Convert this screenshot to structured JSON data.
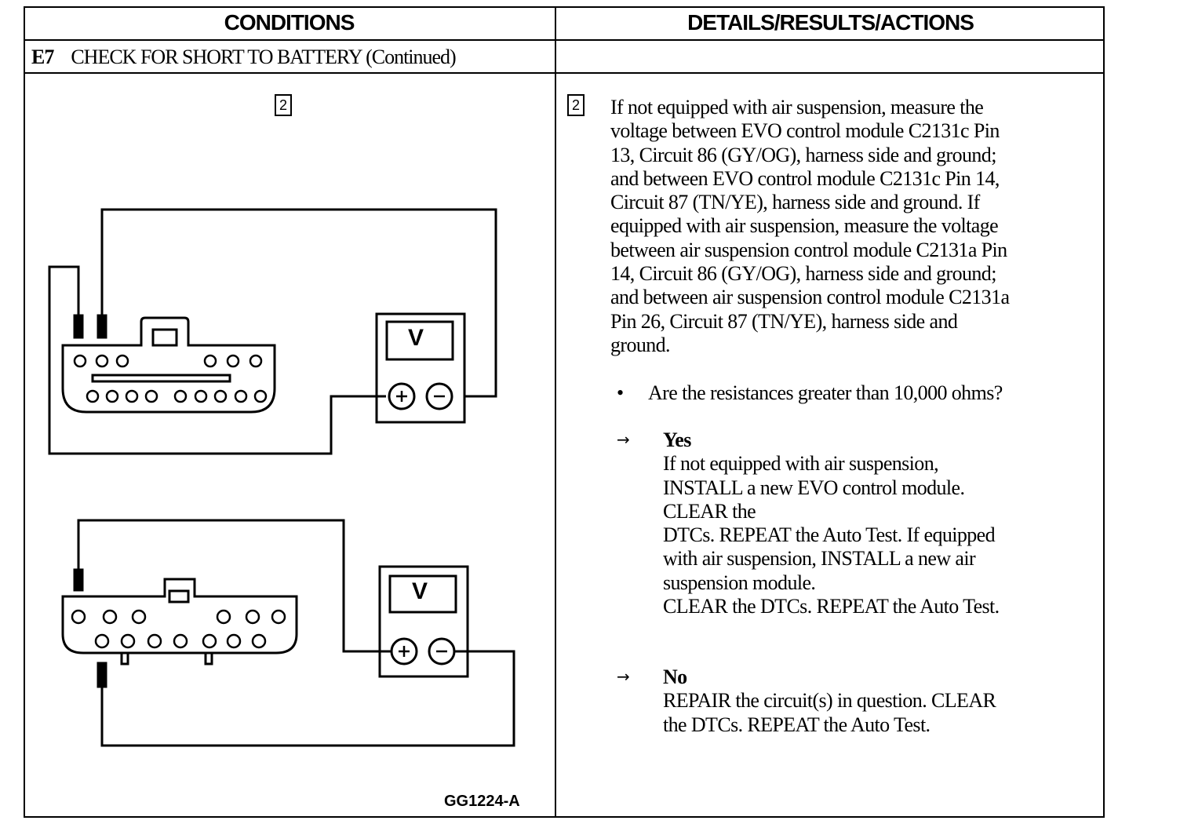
{
  "header": {
    "col1": "CONDITIONS",
    "col2": "DETAILS/RESULTS/ACTIONS"
  },
  "section": {
    "code": "E7",
    "title": "CHECK FOR SHORT TO BATTERY (Continued)"
  },
  "step_number": "2",
  "figure": {
    "step_label": "2",
    "meter_label": "V",
    "figure_id": "GG1224-A"
  },
  "details": {
    "step_label": "2",
    "lines": [
      "If not equipped with air suspension, measure the",
      "voltage between EVO control module C2131c Pin",
      "13, Circuit 86 (GY/OG), harness side and ground;",
      "and between EVO control module C2131c Pin 14,",
      "Circuit 87 (TN/YE), harness side and ground. If",
      "equipped with air suspension, measure the voltage",
      "between air suspension control module C2131a Pin",
      "14, Circuit 86 (GY/OG), harness side and ground;",
      "and between air suspension control module C2131a",
      "Pin 26, Circuit 87 (TN/YE), harness side and",
      "ground."
    ],
    "question": "Are the resistances greater than 10,000 ohms?",
    "yes": {
      "label": "Yes",
      "lines": [
        "If not equipped with air suspension,",
        "INSTALL a new EVO control module.",
        "CLEAR the",
        "DTCs. REPEAT the Auto Test. If equipped",
        "with air suspension, INSTALL a new air",
        "suspension module.",
        "CLEAR the DTCs. REPEAT the Auto Test."
      ]
    },
    "no": {
      "label": "No",
      "lines": [
        "REPAIR the circuit(s) in question. CLEAR",
        "the DTCs. REPEAT the Auto Test."
      ]
    }
  }
}
